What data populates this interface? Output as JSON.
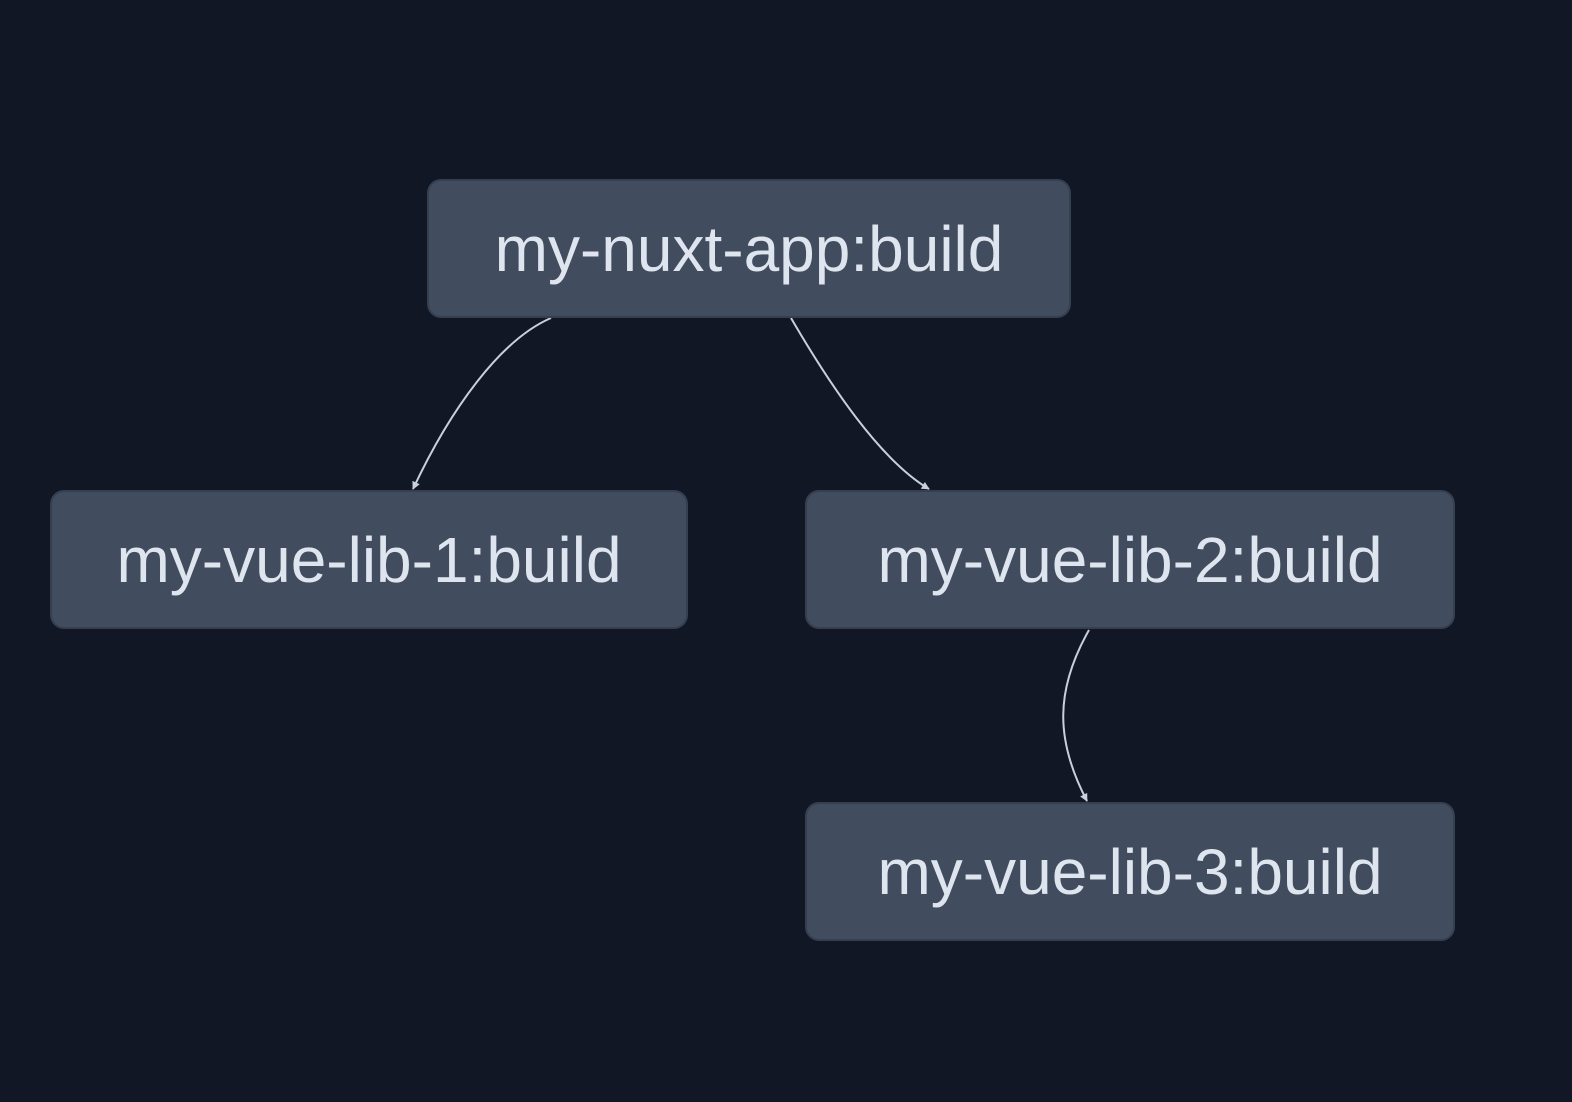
{
  "graph": {
    "nodes": [
      {
        "id": "app",
        "label": "my-nuxt-app:build"
      },
      {
        "id": "lib1",
        "label": "my-vue-lib-1:build"
      },
      {
        "id": "lib2",
        "label": "my-vue-lib-2:build"
      },
      {
        "id": "lib3",
        "label": "my-vue-lib-3:build"
      }
    ],
    "edges": [
      {
        "from": "app",
        "to": "lib1"
      },
      {
        "from": "app",
        "to": "lib2"
      },
      {
        "from": "lib2",
        "to": "lib3"
      }
    ]
  },
  "colors": {
    "background": "#111725",
    "node_fill": "#414c5e",
    "node_border": "#353f50",
    "node_text": "#dfe5ef",
    "edge": "#c8d0dc"
  }
}
